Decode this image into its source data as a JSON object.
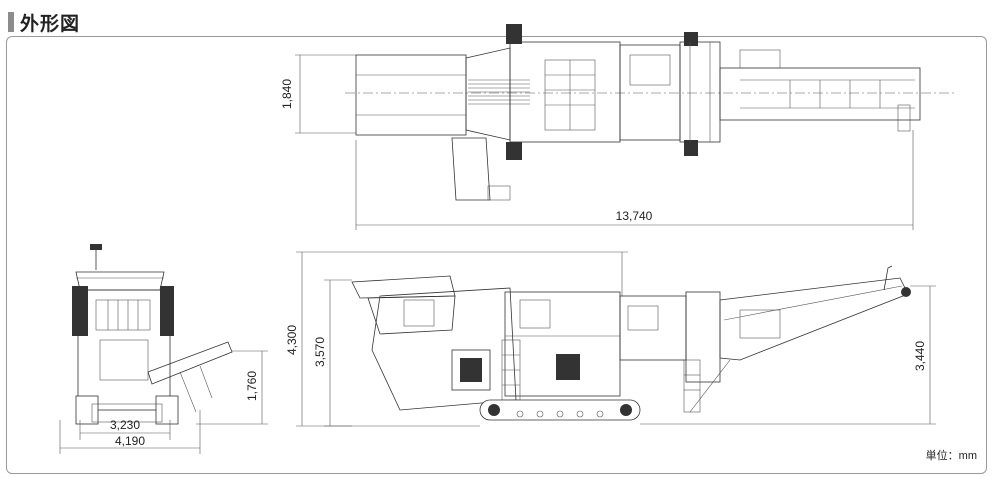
{
  "heading": {
    "title": "外形図"
  },
  "dimensions": {
    "top_width": "1,840",
    "top_length": "13,740",
    "front_track_width": "3,230",
    "front_overall_width": "4,190",
    "front_conveyor_height": "1,760",
    "side_overall_height": "4,300",
    "side_hopper_height": "3,570",
    "side_conveyor_height": "3,440"
  },
  "unit_note": "単位：mm"
}
